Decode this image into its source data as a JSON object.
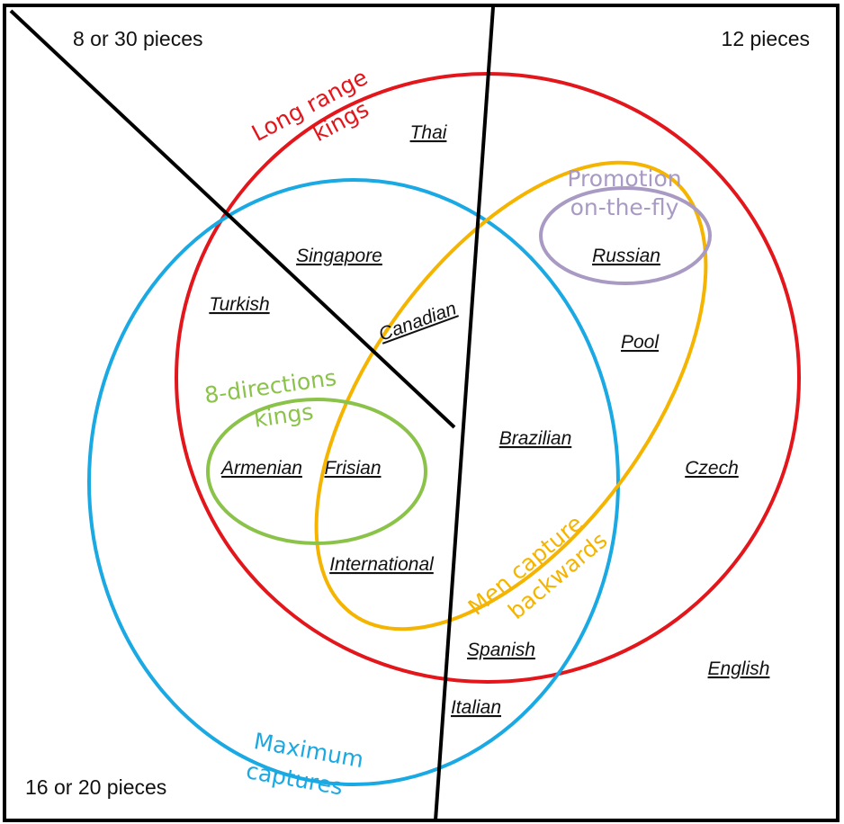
{
  "colors": {
    "long_range": "#e3161b",
    "max_captures": "#1aa9e3",
    "men_backwards": "#f4b400",
    "promotion": "#a99ac4",
    "eight_dir": "#8bc34a",
    "lines": "#000000"
  },
  "regions": {
    "top_left": "8 or 30 pieces",
    "top_right": "12 pieces",
    "bottom_left": "16 or 20 pieces"
  },
  "sets": {
    "long_range_line1": "Long range",
    "long_range_line2": "kings",
    "promotion_line1": "Promotion",
    "promotion_line2": "on-the-fly",
    "eight_dir_line1": "8-directions",
    "eight_dir_line2": "kings",
    "men_backwards_line1": "Men capture",
    "men_backwards_line2": "backwards",
    "max_captures_line1": "Maximum",
    "max_captures_line2": "captures"
  },
  "variants": {
    "thai": "Thai",
    "singapore": "Singapore",
    "russian": "Russian",
    "turkish": "Turkish",
    "canadian": "Canadian",
    "pool": "Pool",
    "brazilian": "Brazilian",
    "armenian": "Armenian",
    "frisian": "Frisian",
    "czech": "Czech",
    "international": "International",
    "spanish": "Spanish",
    "english": "English",
    "italian": "Italian"
  }
}
